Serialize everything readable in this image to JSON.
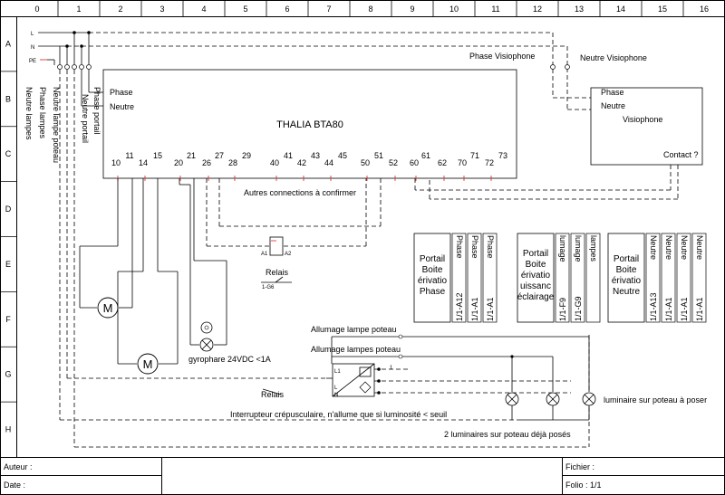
{
  "grid": {
    "columns": [
      "0",
      "1",
      "2",
      "3",
      "4",
      "5",
      "6",
      "7",
      "8",
      "9",
      "10",
      "11",
      "12",
      "13",
      "14",
      "15",
      "16"
    ],
    "rows": [
      "A",
      "B",
      "C",
      "D",
      "E",
      "F",
      "G",
      "H"
    ]
  },
  "supply": {
    "l": "L",
    "n": "N",
    "pe": "PE"
  },
  "vertical_labels": {
    "neutre_lampes": "Neutre lampes",
    "phase_lampes": "Phase lampes",
    "neutre_lampe_poteau": "Neutre lampe poteau",
    "neutre_portail": "Neutre portail",
    "phase_portail": "Phase portail"
  },
  "controller": {
    "name": "THALIA BTA80",
    "phase": "Phase",
    "neutre": "Neutre",
    "terminals_top": [
      "11",
      "15",
      "21",
      "27",
      "29",
      "41",
      "43",
      "45",
      "51",
      "61",
      "71",
      "73"
    ],
    "terminals_bottom": [
      "10",
      "14",
      "20",
      "26",
      "28",
      "40",
      "42",
      "44",
      "50",
      "52",
      "60",
      "62",
      "70",
      "72"
    ],
    "note": "Autres connections à confirmer"
  },
  "visiophone": {
    "phase_label": "Phase Visiophone",
    "neutre_label": "Neutre Visiophone",
    "name": "Visiophone",
    "phase": "Phase",
    "neutre": "Neutre",
    "contact": "Contact ?"
  },
  "relay": {
    "label": "Relais",
    "ref": "1-G6"
  },
  "gyrophare": "gyrophare 24VDC <1A",
  "lighting": {
    "allumage_poteau": "Allumage lampe poteau",
    "allumage_lampes": "Allumage lampes poteau",
    "relais": "Relais",
    "interrupteur": "Interrupteur crépusculaire, n'allume que si luminosité < seuil",
    "luminaires_poser": "luminaire sur poteau à poser",
    "luminaires_poses": "2 luminaires sur poteau déjà posés"
  },
  "junction_boxes": [
    {
      "title": [
        "Portail",
        "Boite",
        "érivatio",
        "Phase"
      ],
      "tags": [
        "Phase",
        "Phase",
        "Phase"
      ],
      "refs": [
        "1/1-A12",
        "1/1-A1",
        "1/1-A1"
      ]
    },
    {
      "title": [
        "Portail",
        "Boite",
        "érivatio",
        "uissanc",
        "éclairage"
      ],
      "tags": [
        "lumage",
        "lumage",
        "lampes"
      ],
      "refs": [
        "1/1-F9",
        "1/1-G9"
      ]
    },
    {
      "title": [
        "Portail",
        "Boite",
        "érivatio",
        "Neutre"
      ],
      "tags": [
        "Neutre",
        "Neutre",
        "Neutre",
        "Neutre"
      ],
      "refs": [
        "1/1-A13",
        "1/1-A1",
        "1/1-A1",
        "1/1-A1"
      ]
    }
  ],
  "footer": {
    "auteur": "Auteur :",
    "date": "Date :",
    "fichier": "Fichier :",
    "folio": "Folio : 1/1"
  }
}
